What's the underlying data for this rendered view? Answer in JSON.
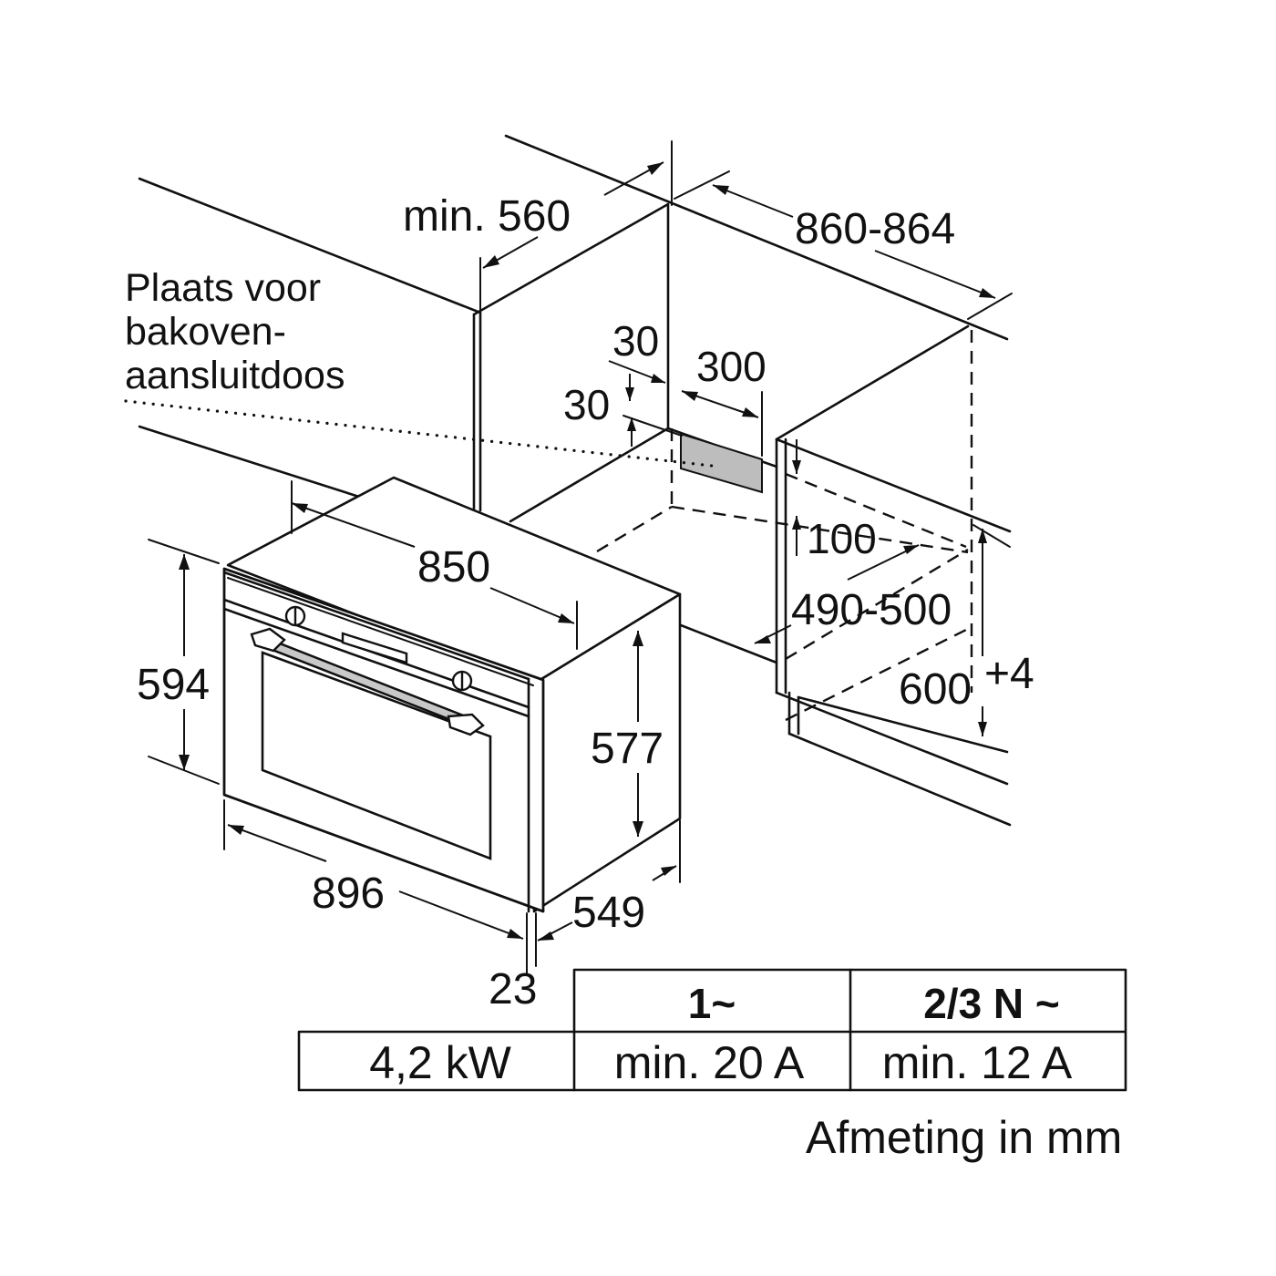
{
  "labels": {
    "min_depth": "min. 560",
    "niche_width": "860-864",
    "note_line1": "Plaats voor",
    "note_line2": "bakoven-",
    "note_line3": "aansluitdoos",
    "box_offset_top": "30",
    "box_width": "300",
    "box_offset_side": "30",
    "box_height": "100",
    "niche_depth": "490-500",
    "niche_height": "600",
    "niche_height_tol": "+4",
    "oven_width_body": "850",
    "front_height": "594",
    "body_height": "577",
    "front_width": "896",
    "body_depth": "549",
    "front_thickness": "23"
  },
  "table": {
    "header_col2": "1~",
    "header_col3": "2/3 N ~",
    "power": "4,2 kW",
    "fuse_single": "min. 20 A",
    "fuse_three": "min. 12 A"
  },
  "footer": "Afmeting in mm"
}
